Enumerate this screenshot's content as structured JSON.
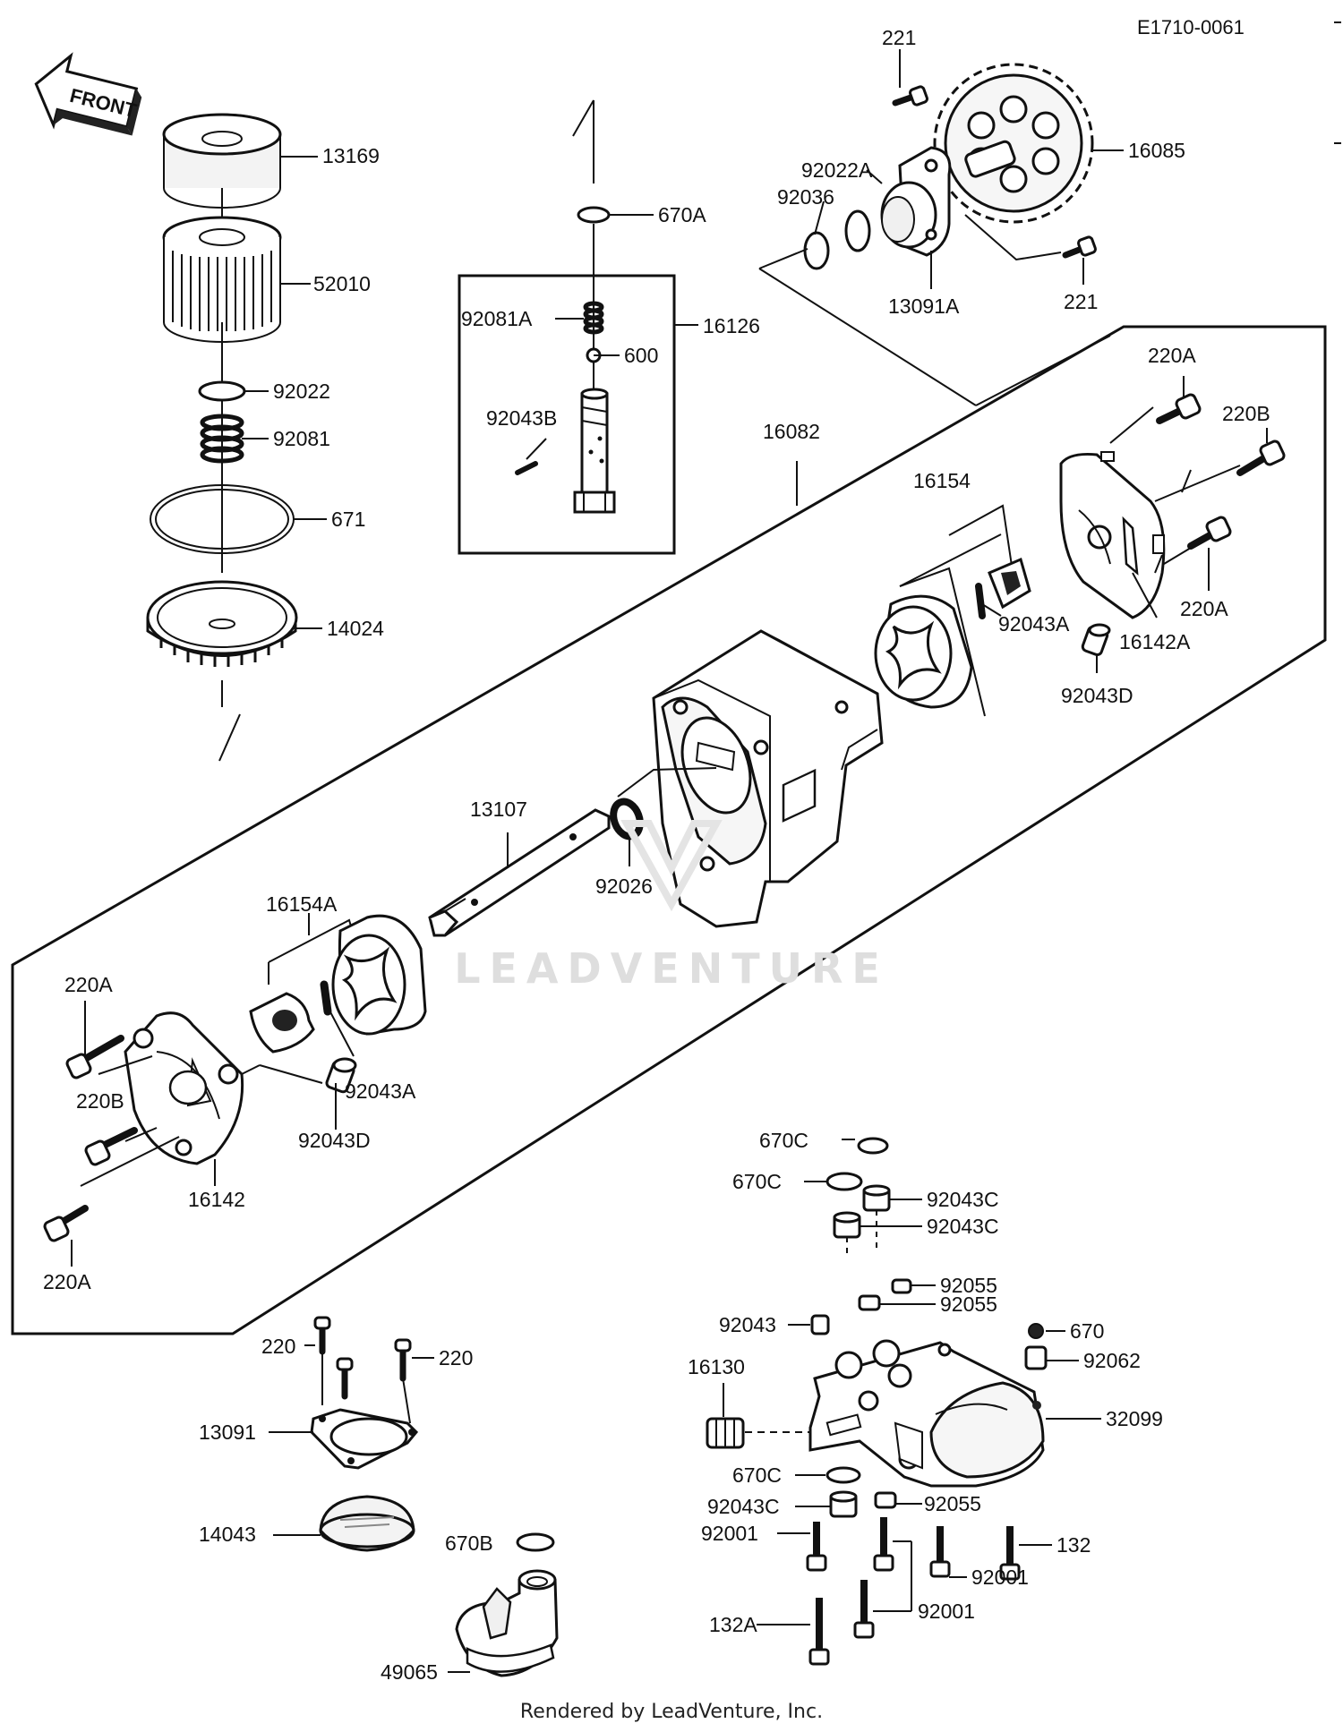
{
  "diagram_code": "E1710-0061",
  "front_arrow_label": "FRONT",
  "watermark": "LEADVENTURE",
  "footer": "Rendered by LeadVenture, Inc.",
  "labels": {
    "p13169": "13169",
    "p52010": "52010",
    "p92022": "92022",
    "p92081": "92081",
    "p671": "671",
    "p14024": "14024",
    "p670A": "670A",
    "p92081A": "92081A",
    "p16126": "16126",
    "p600": "600",
    "p92043B": "92043B",
    "p221a": "221",
    "p16085": "16085",
    "p92022A": "92022A",
    "p92036": "92036",
    "p13091A": "13091A",
    "p221b": "221",
    "p16082": "16082",
    "p220A_tr": "220A",
    "p220B_tr": "220B",
    "p16154": "16154",
    "p92043A_r": "92043A",
    "p16142A": "16142A",
    "p220A_r": "220A",
    "p92043D_r": "92043D",
    "p13107": "13107",
    "p92026": "92026",
    "p16154A": "16154A",
    "p220A_l": "220A",
    "p220B_l": "220B",
    "p92043A_l": "92043A",
    "p92043D_l": "92043D",
    "p16142": "16142",
    "p220A_bl": "220A",
    "p220_a": "220",
    "p220_b": "220",
    "p13091": "13091",
    "p14043": "14043",
    "p670B": "670B",
    "p49065": "49065",
    "p670C_a": "670C",
    "p670C_b": "670C",
    "p92043C_a": "92043C",
    "p92043C_b": "92043C",
    "p92055_a": "92055",
    "p92055_b": "92055",
    "p92043": "92043",
    "p670": "670",
    "p92062": "92062",
    "p16130": "16130",
    "p32099": "32099",
    "p670C_c": "670C",
    "p92043C_c": "92043C",
    "p92055_c": "92055",
    "p92001_a": "92001",
    "p132": "132",
    "p92001_b": "92001",
    "p132A": "132A",
    "p92001_c": "92001"
  }
}
